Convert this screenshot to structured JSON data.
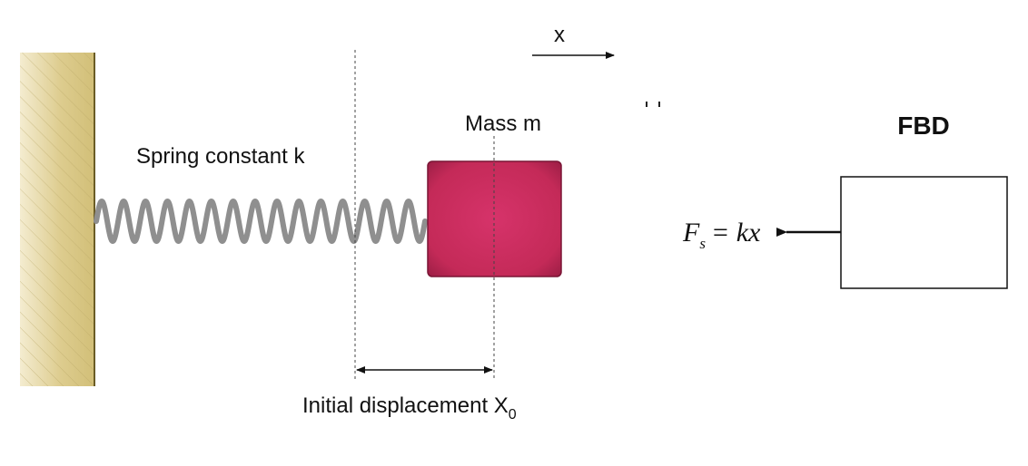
{
  "labels": {
    "x_axis": "x",
    "mass": "Mass m",
    "spring": "Spring constant k",
    "displacement": "Initial displacement X",
    "displacement_sub": "0",
    "fbd_title": "FBD",
    "force_lhs": "F",
    "force_sub": "s",
    "force_rhs": "= kx"
  },
  "colors": {
    "wall": "#d8c88a",
    "wall_edge": "#7a6a2c",
    "spring": "#8f8f8f",
    "mass": "#cc2c5c",
    "mass_edge": "#7a1535"
  }
}
